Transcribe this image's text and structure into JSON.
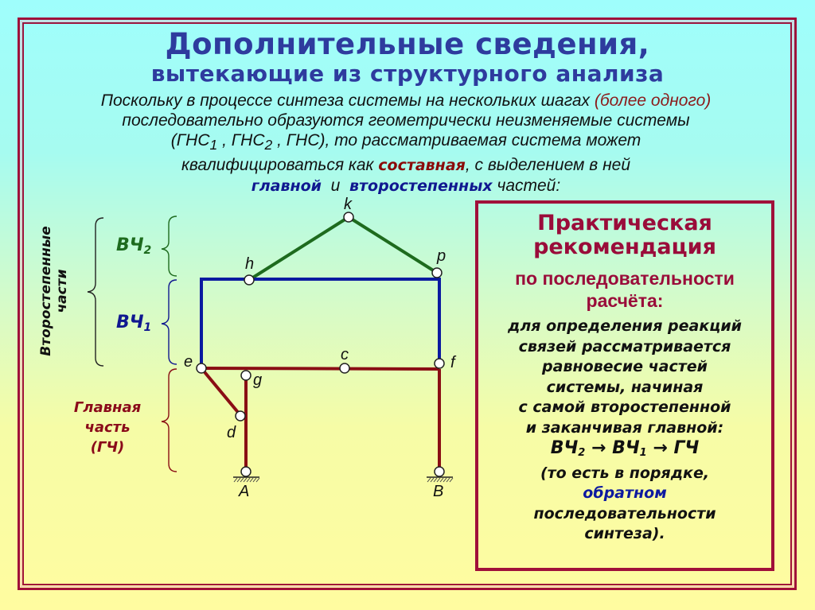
{
  "title": {
    "line1": "Дополнительные сведения,",
    "line2": "вытекающие из структурного анализа"
  },
  "intro": {
    "line1_a": "Поскольку в процессе синтеза системы на нескольких шагах ",
    "line1_b": "(более одного)",
    "line2": "последовательно образуются геометрически неизменяемые системы",
    "line3_a": "(ГНС",
    "line3_sub1": "1",
    "line3_b": " , ГНС",
    "line3_sub2": "2",
    "line3_c": " , ГНС),  то рассматриваемая система может",
    "line4_a": "квалифицироваться как ",
    "line4_b": "составная",
    "line4_c": ", с выделением в ней",
    "line5_a": "главной",
    "line5_b": "  и  ",
    "line5_c": "второстепенных",
    "line5_d": " частей:"
  },
  "diagram": {
    "secondary_label_line1": "Второстепенные",
    "secondary_label_line2": "части",
    "bch2": {
      "text": "ВЧ",
      "sub": "2",
      "color": "#1e6b1e"
    },
    "bch1": {
      "text": "ВЧ",
      "sub": "1",
      "color": "#101890"
    },
    "main_part": {
      "line1": "Главная",
      "line2": "часть",
      "line3": "(ГЧ)",
      "color": "#8a0a1a"
    },
    "nodes": {
      "k": "k",
      "h": "h",
      "p": "p",
      "e": "e",
      "c": "c",
      "f": "f",
      "g": "g",
      "d": "d",
      "A": "A",
      "B": "B"
    },
    "colors": {
      "green": "#1e6b1e",
      "blue": "#0a1aa0",
      "red": "#8a0e14"
    }
  },
  "recommendation": {
    "title_line1": "Практическая",
    "title_line2": "рекомендация",
    "sub_line1": "по последовательности",
    "sub_line2": "расчёта:",
    "body_line1": "для определения реакций",
    "body_line2": "связей рассматривается",
    "body_line3": "равновесие частей",
    "body_line4": "системы, начиная",
    "body_line5": "с самой  второстепенной",
    "body_line6": "и заканчивая главной:",
    "seq_1": "ВЧ",
    "seq_1_sub": "2",
    "seq_arrow": " → ",
    "seq_2": "ВЧ",
    "seq_2_sub": "1",
    "seq_3": "ГЧ",
    "body_line8": "(то есть в порядке,",
    "body_line9": "обратном",
    "body_line10": "последовательности",
    "body_line11": "синтеза)."
  }
}
